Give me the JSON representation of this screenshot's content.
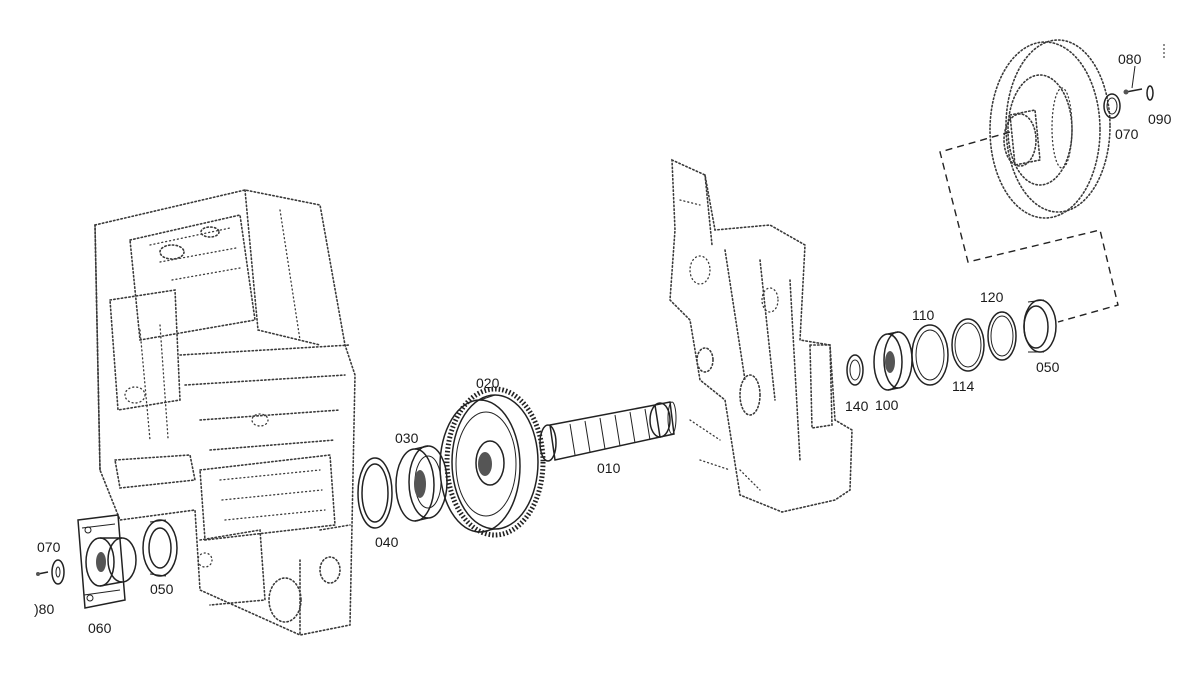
{
  "labels": {
    "p010": "010",
    "p020": "020",
    "p030": "030",
    "p040": "040",
    "p050_left": "050",
    "p050_right": "050",
    "p060": "060",
    "p070_left": "070",
    "p070_right": "070",
    "p080_left": ")80",
    "p080_right": "080",
    "p090": "090",
    "p100": "100",
    "p110": "110",
    "p114": "114",
    "p120": "120",
    "p140": "140"
  }
}
